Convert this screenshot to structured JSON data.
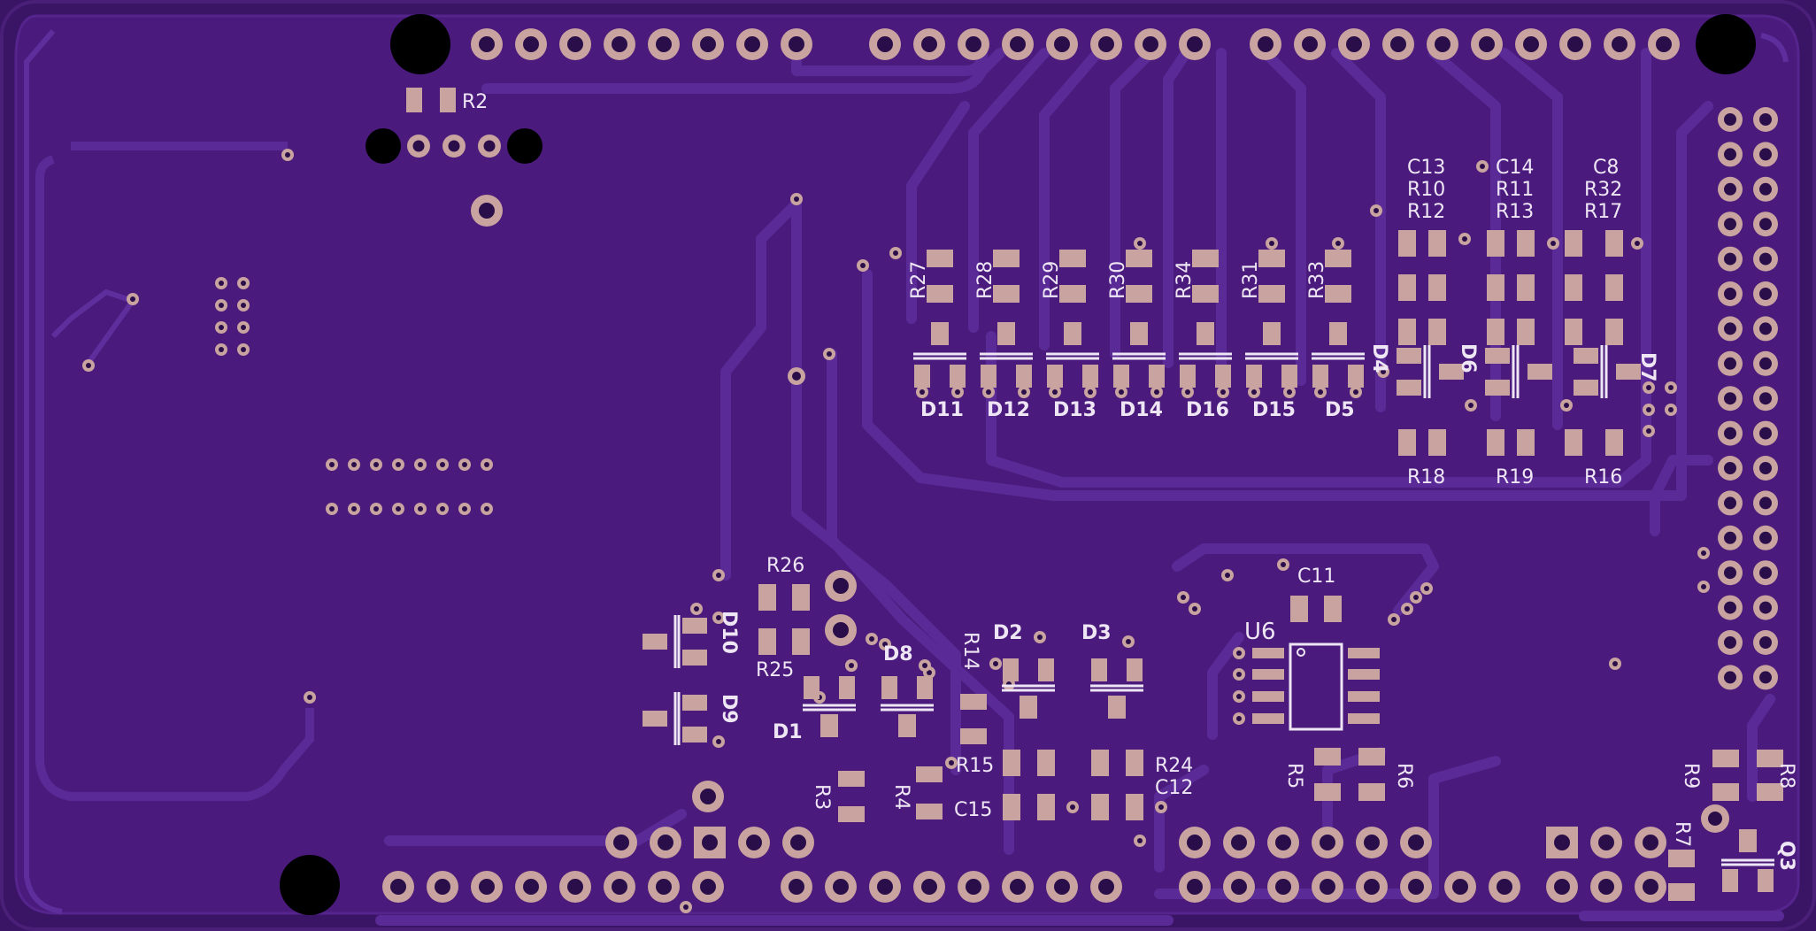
{
  "colors": {
    "board": "#3a1566",
    "copper_pour": "#4d1d80",
    "trace": "#5a2a96",
    "pad": "#c8a3a0",
    "hole": "#000000",
    "silk": "#efe6f5"
  },
  "labels": {
    "r2": "R2",
    "r27": "R27",
    "r28": "R28",
    "r29": "R29",
    "r30": "R30",
    "r34": "R34",
    "r31": "R31",
    "r33": "R33",
    "d11": "D11",
    "d12": "D12",
    "d13": "D13",
    "d14": "D14",
    "d16": "D16",
    "d15": "D15",
    "d5": "D5",
    "c13": "C13",
    "r10": "R10",
    "r12": "R12",
    "c14": "C14",
    "r11": "R11",
    "r13": "R13",
    "c8": "C8",
    "r32": "R32",
    "r17": "R17",
    "d4": "D4",
    "d6": "D6",
    "d7": "D7",
    "r18": "R18",
    "r19": "R19",
    "r16": "R16",
    "r26": "R26",
    "r25": "R25",
    "d10": "D10",
    "d9": "D9",
    "d1": "D1",
    "d8": "D8",
    "r3": "R3",
    "r4": "R4",
    "r14": "R14",
    "d2": "D2",
    "d3": "D3",
    "r15": "R15",
    "c15": "C15",
    "r24": "R24",
    "c12": "C12",
    "c11": "C11",
    "u6": "U6",
    "r5": "R5",
    "r6": "R6",
    "r9": "R9",
    "r8": "R8",
    "r7": "R7",
    "q3": "Q3"
  }
}
